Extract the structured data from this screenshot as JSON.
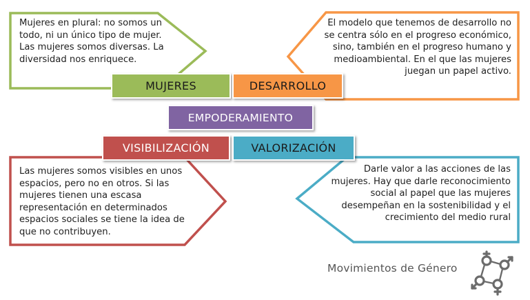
{
  "diagram": {
    "center": "EMPODERAMIENTO",
    "concepts": [
      {
        "id": "mujeres",
        "label": "MUJERES",
        "color": "#9bbb59",
        "text": "Mujeres en plural: no somos un todo, ni un único tipo de mujer. Las mujeres somos diversas. La diversidad nos enriquece."
      },
      {
        "id": "desarrollo",
        "label": "DESARROLLO",
        "color": "#f79646",
        "text": "El modelo que tenemos de desarrollo no se centra sólo en el progreso económico, sino, también en el progreso humano y medioambiental. En el que las mujeres juegan un papel activo."
      },
      {
        "id": "visibilizacion",
        "label": "VISIBILIZACIÓN",
        "color": "#c0504d",
        "text": "Las mujeres somos visibles en unos espacios, pero no en otros. Si las mujeres tienen una escasa representación en determinados espacios sociales se tiene la idea de que no contribuyen."
      },
      {
        "id": "valorizacion",
        "label": "VALORIZACIÓN",
        "color": "#4bacc6",
        "text": "Darle valor a las acciones de las mujeres. Hay que darle reconocimiento social al papel que las mujeres desempeñan en la sostenibilidad y el crecimiento del medio rural"
      }
    ],
    "center_color": "#8064a2"
  },
  "brand": {
    "name": "Movimientos de Género",
    "logo_icon": "gender-symbols-icon",
    "logo_color": "#6b6b6b"
  }
}
